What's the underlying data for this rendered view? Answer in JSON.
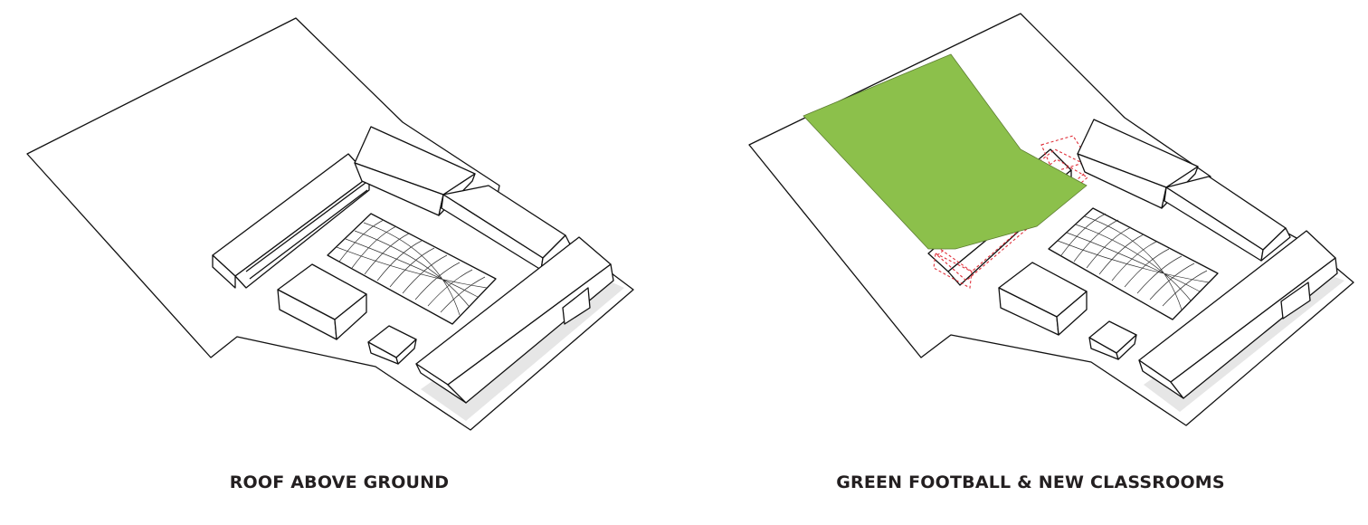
{
  "panels": [
    {
      "id": "left",
      "caption": "ROOF ABOVE GROUND"
    },
    {
      "id": "right",
      "caption": "GREEN FOOTBALL & NEW CLASSROOMS"
    }
  ],
  "colors": {
    "line": "#111111",
    "green_field": "#8cc04b",
    "red_dashed_outline": "#e0303a",
    "caption": "#231f20"
  }
}
